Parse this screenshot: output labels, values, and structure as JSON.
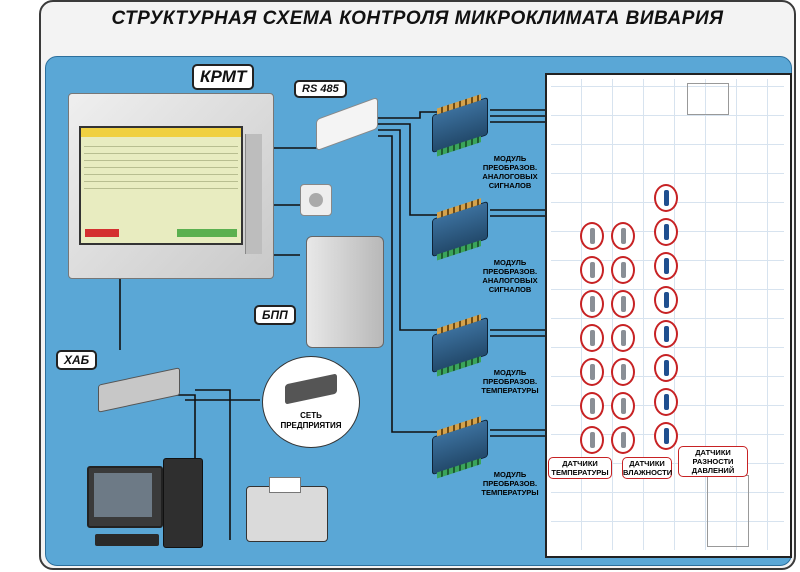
{
  "title": "СТРУКТУРНАЯ СХЕМА КОНТРОЛЯ МИКРОКЛИМАТА ВИВАРИЯ",
  "labels": {
    "krmt": "КРМТ",
    "rs485": "RS 485",
    "bpp": "БПП",
    "hub": "ХАБ",
    "enterprise_network": "СЕТЬ ПРЕДПРИЯТИЯ"
  },
  "modules": [
    {
      "text": "МОДУЛЬ ПРЕОБРАЗОВ. АНАЛОГОВЫХ СИГНАЛОВ"
    },
    {
      "text": "МОДУЛЬ ПРЕОБРАЗОВ. АНАЛОГОВЫХ СИГНАЛОВ"
    },
    {
      "text": "МОДУЛЬ ПРЕОБРАЗОВ. ТЕМПЕРАТУРЫ"
    },
    {
      "text": "МОДУЛЬ ПРЕОБРАЗОВ. ТЕМПЕРАТУРЫ"
    }
  ],
  "sensor_labels": {
    "temperature": "ДАТЧИКИ ТЕМПЕРАТУРЫ",
    "humidity": "ДАТЧИКИ ВЛАЖНОСТИ",
    "pressure": "ДАТЧИКИ РАЗНОСТИ ДАВЛЕНИЙ"
  },
  "colors": {
    "panel": "#5aa7d6",
    "sensor_ring": "#c72224"
  }
}
